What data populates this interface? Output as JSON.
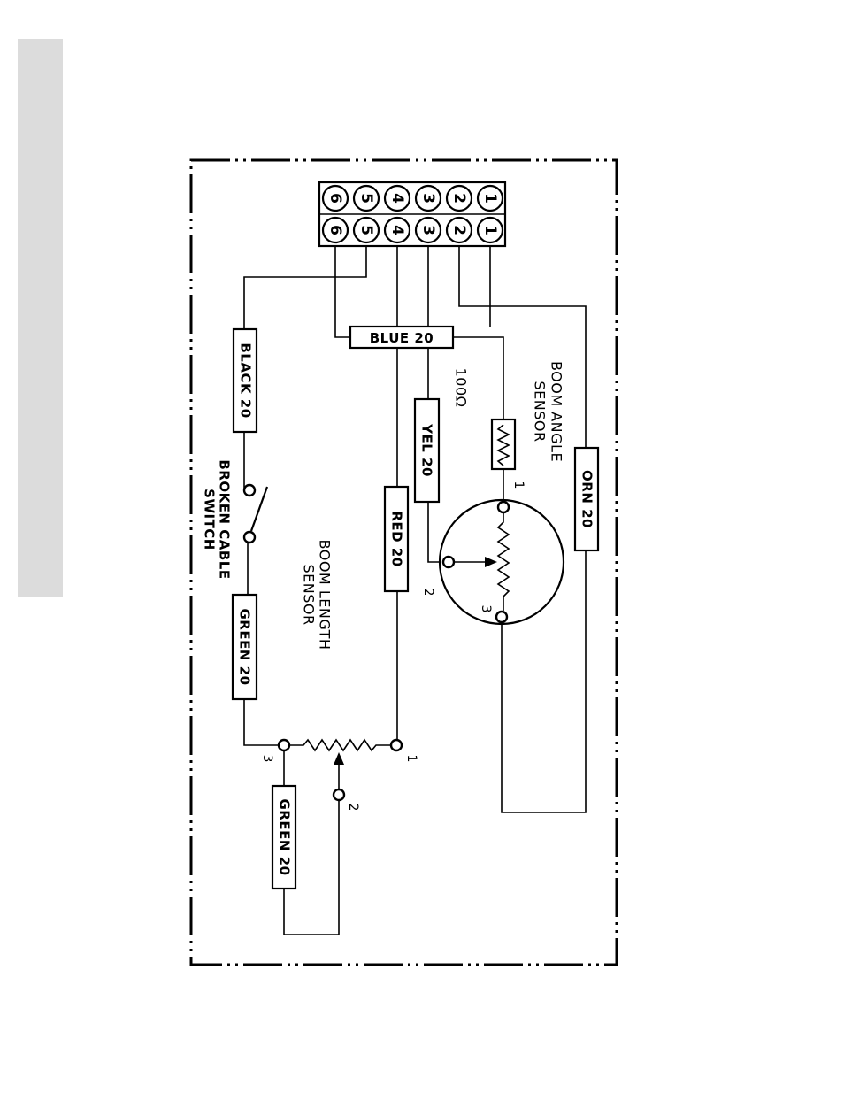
{
  "connector": {
    "pins": [
      "1",
      "2",
      "3",
      "4",
      "5",
      "6"
    ]
  },
  "wires": {
    "black": "BLACK 20",
    "blue": "BLUE 20",
    "yellow": "YEL 20",
    "red": "RED 20",
    "orange": "ORN 20",
    "green_top": "GREEN 20",
    "green_bottom": "GREEN 20"
  },
  "labels": {
    "broken_cable_switch_line1": "BROKEN CABLE",
    "broken_cable_switch_line2": "SWITCH",
    "boom_length_sensor_line1": "BOOM LENGTH",
    "boom_length_sensor_line2": "SENSOR",
    "boom_angle_sensor_line1": "BOOM ANGLE",
    "boom_angle_sensor_line2": "SENSOR",
    "resistor_value": "100Ω"
  },
  "terminals": {
    "angle_1": "1",
    "angle_2": "2",
    "angle_3": "3",
    "length_1": "1",
    "length_2": "2",
    "length_3": "3"
  }
}
